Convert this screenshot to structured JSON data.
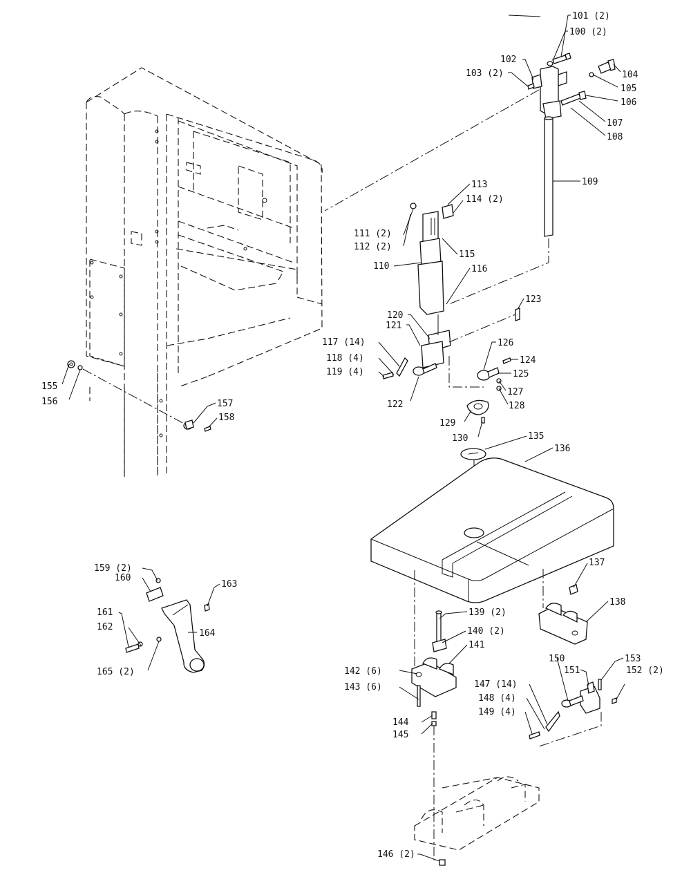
{
  "labels": [
    {
      "id": "l101",
      "text": "101 (2)"
    },
    {
      "id": "l100",
      "text": "100 (2)"
    },
    {
      "id": "l102",
      "text": "102"
    },
    {
      "id": "l103",
      "text": "103 (2)"
    },
    {
      "id": "l104",
      "text": "104"
    },
    {
      "id": "l105",
      "text": "105"
    },
    {
      "id": "l106",
      "text": "106"
    },
    {
      "id": "l107",
      "text": "107"
    },
    {
      "id": "l108",
      "text": "108"
    },
    {
      "id": "l109",
      "text": "109"
    },
    {
      "id": "l113",
      "text": "113"
    },
    {
      "id": "l114",
      "text": "114 (2)"
    },
    {
      "id": "l111",
      "text": "111 (2)"
    },
    {
      "id": "l112",
      "text": "112 (2)"
    },
    {
      "id": "l115",
      "text": "115"
    },
    {
      "id": "l110",
      "text": "110"
    },
    {
      "id": "l116",
      "text": "116"
    },
    {
      "id": "l123",
      "text": "123"
    },
    {
      "id": "l120",
      "text": "120"
    },
    {
      "id": "l121",
      "text": "121"
    },
    {
      "id": "l117",
      "text": "117 (14)"
    },
    {
      "id": "l126",
      "text": "126"
    },
    {
      "id": "l118",
      "text": "118 (4)"
    },
    {
      "id": "l124",
      "text": "124"
    },
    {
      "id": "l119",
      "text": "119 (4)"
    },
    {
      "id": "l125",
      "text": "125"
    },
    {
      "id": "l127",
      "text": "127"
    },
    {
      "id": "l122",
      "text": "122"
    },
    {
      "id": "l128",
      "text": "128"
    },
    {
      "id": "l155",
      "text": "155"
    },
    {
      "id": "l156",
      "text": "156"
    },
    {
      "id": "l157",
      "text": "157"
    },
    {
      "id": "l158",
      "text": "158"
    },
    {
      "id": "l129",
      "text": "129"
    },
    {
      "id": "l130",
      "text": "130"
    },
    {
      "id": "l135",
      "text": "135"
    },
    {
      "id": "l136",
      "text": "136"
    },
    {
      "id": "l159",
      "text": "159 (2)"
    },
    {
      "id": "l160",
      "text": "160"
    },
    {
      "id": "l163",
      "text": "163"
    },
    {
      "id": "l137",
      "text": "137"
    },
    {
      "id": "l138",
      "text": "138"
    },
    {
      "id": "l161",
      "text": "161"
    },
    {
      "id": "l162",
      "text": "162"
    },
    {
      "id": "l164",
      "text": "164"
    },
    {
      "id": "l165",
      "text": "165 (2)"
    },
    {
      "id": "l139",
      "text": "139 (2)"
    },
    {
      "id": "l140",
      "text": "140 (2)"
    },
    {
      "id": "l141",
      "text": "141"
    },
    {
      "id": "l150",
      "text": "150"
    },
    {
      "id": "l153",
      "text": "153"
    },
    {
      "id": "l151",
      "text": "151"
    },
    {
      "id": "l152",
      "text": "152 (2)"
    },
    {
      "id": "l142",
      "text": "142 (6)"
    },
    {
      "id": "l147",
      "text": "147 (14)"
    },
    {
      "id": "l143",
      "text": "143 (6)"
    },
    {
      "id": "l148",
      "text": "148 (4)"
    },
    {
      "id": "l149",
      "text": "149 (4)"
    },
    {
      "id": "l144",
      "text": "144"
    },
    {
      "id": "l145",
      "text": "145"
    },
    {
      "id": "l146",
      "text": "146 (2)"
    }
  ]
}
